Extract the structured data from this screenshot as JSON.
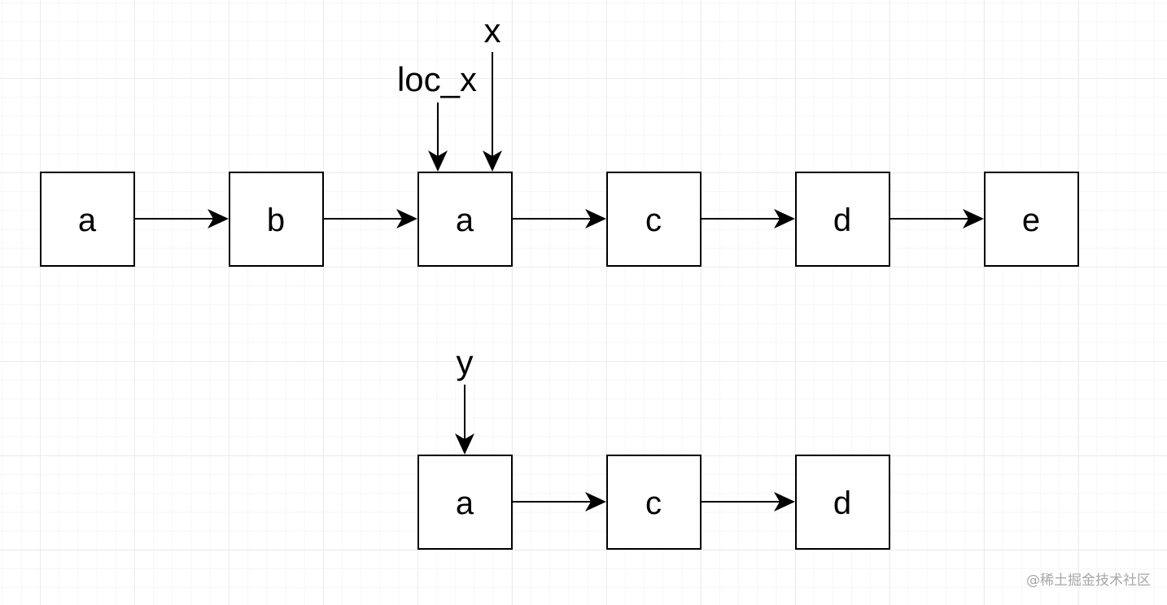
{
  "list_top": {
    "nodes": [
      "a",
      "b",
      "a",
      "c",
      "d",
      "e"
    ]
  },
  "list_bottom": {
    "nodes": [
      "a",
      "c",
      "d"
    ]
  },
  "pointers": {
    "loc_x": "loc_x",
    "x": "x",
    "y": "y"
  },
  "watermark": "@稀土掘金技术社区"
}
